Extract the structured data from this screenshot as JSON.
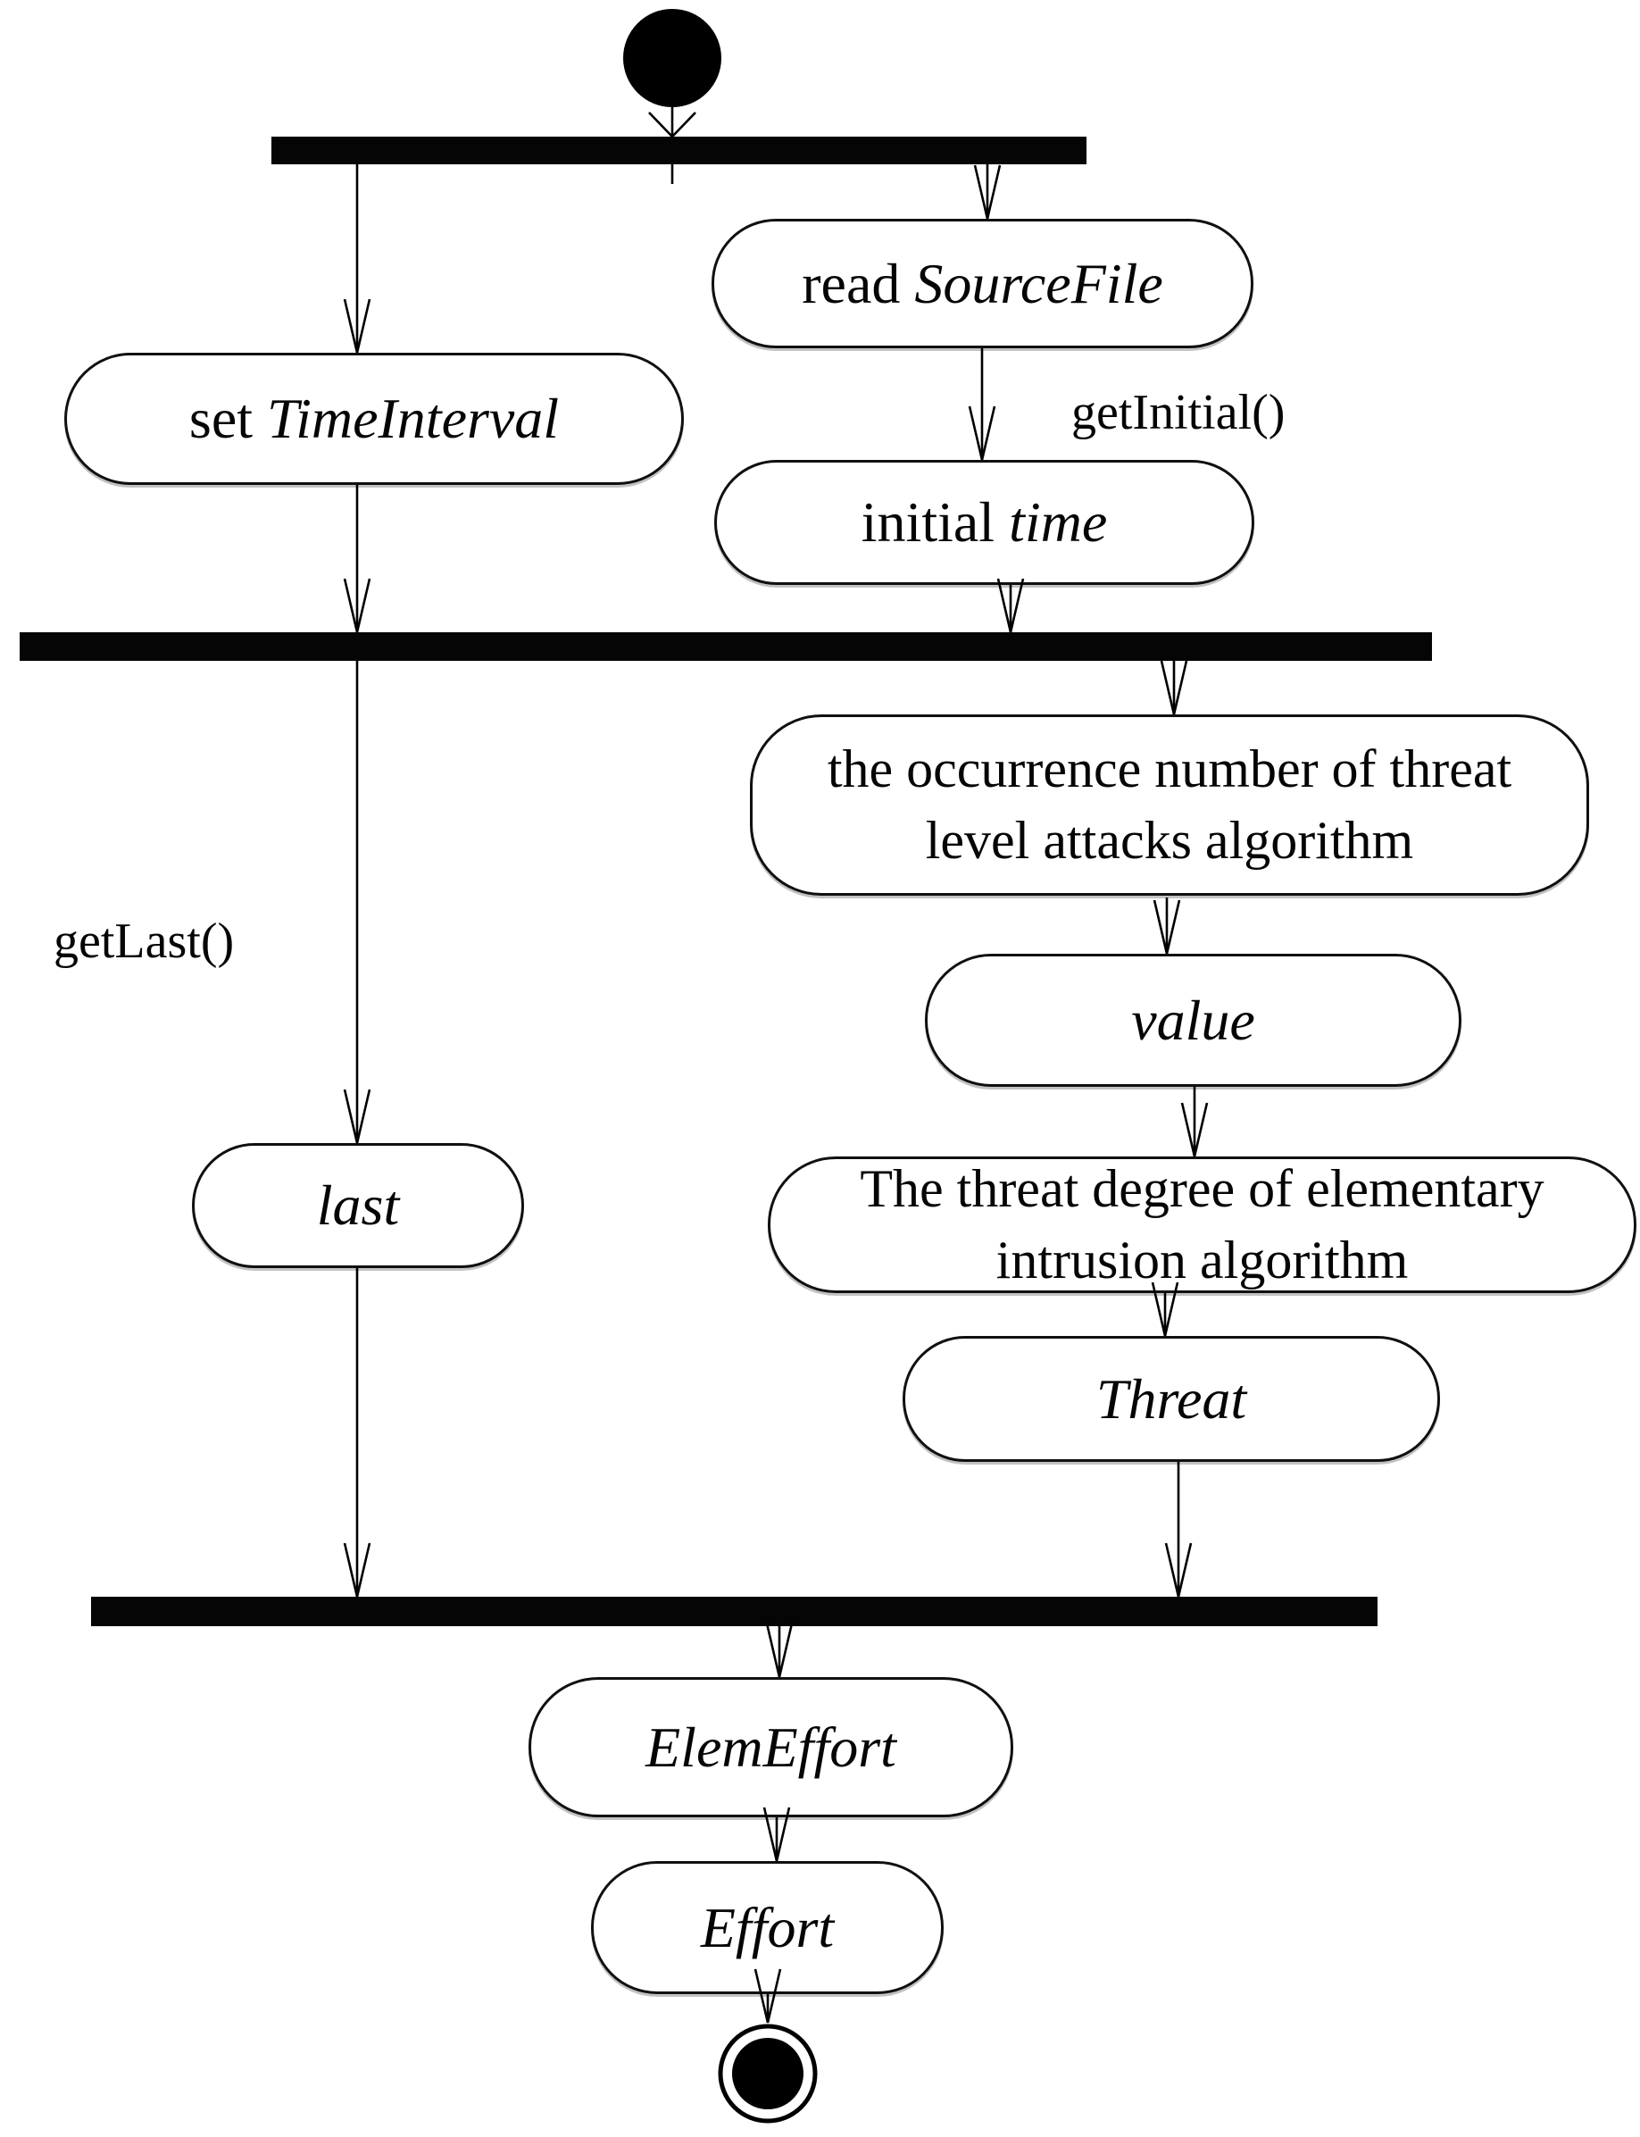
{
  "diagram": {
    "kind": "uml-activity-diagram",
    "colors": {
      "ink": "#000000",
      "background": "#ffffff"
    }
  },
  "nodes": {
    "set_time_interval": {
      "roman": "set ",
      "italic": "TimeInterval"
    },
    "read_source_file": {
      "roman": "read ",
      "italic": "SourceFile"
    },
    "initial_time": {
      "roman": "initial ",
      "italic": "time"
    },
    "occurrence_algorithm": {
      "line1": "the occurrence number of threat",
      "line2": "level attacks algorithm"
    },
    "value": {
      "italic": "value"
    },
    "last": {
      "italic": "last"
    },
    "threat_degree_algorithm": {
      "line1": "The threat degree of elementary",
      "line2": "intrusion algorithm"
    },
    "threat": {
      "italic": "Threat"
    },
    "elem_effort": {
      "italic": "ElemEffort"
    },
    "effort": {
      "italic": "Effort"
    }
  },
  "edge_labels": {
    "get_initial": "getInitial()",
    "get_last": "getLast()"
  }
}
